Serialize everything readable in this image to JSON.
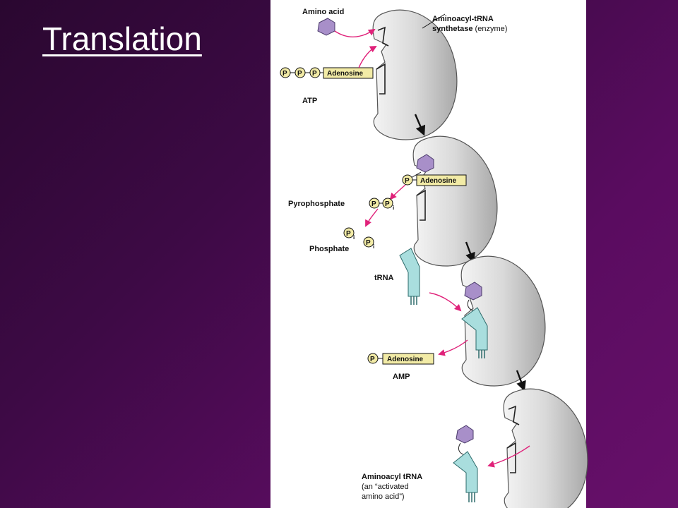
{
  "slide": {
    "title": "Translation"
  },
  "labels": {
    "amino_acid": "Amino acid",
    "enzyme_line1": "Aminoacyl-tRNA",
    "enzyme_line2": "synthetase",
    "enzyme_line2b": " (enzyme)",
    "atp": "ATP",
    "adenosine": "Adenosine",
    "phosphate_symbol": "P",
    "phosphate_i": "i",
    "pyrophosphate": "Pyrophosphate",
    "phosphate": "Phosphate",
    "trna": "tRNA",
    "amp": "AMP",
    "aminoacyl_trna_line1": "Aminoacyl tRNA",
    "aminoacyl_trna_line2": "(an “activated",
    "aminoacyl_trna_line3": "amino acid”)"
  },
  "colors": {
    "enzyme_fill": "#d6d6d6",
    "amino_acid_fill": "#a88fc9",
    "trna_fill": "#a9dede",
    "adenosine_fill": "#f2eba6",
    "arrow_magenta": "#e0227a"
  }
}
